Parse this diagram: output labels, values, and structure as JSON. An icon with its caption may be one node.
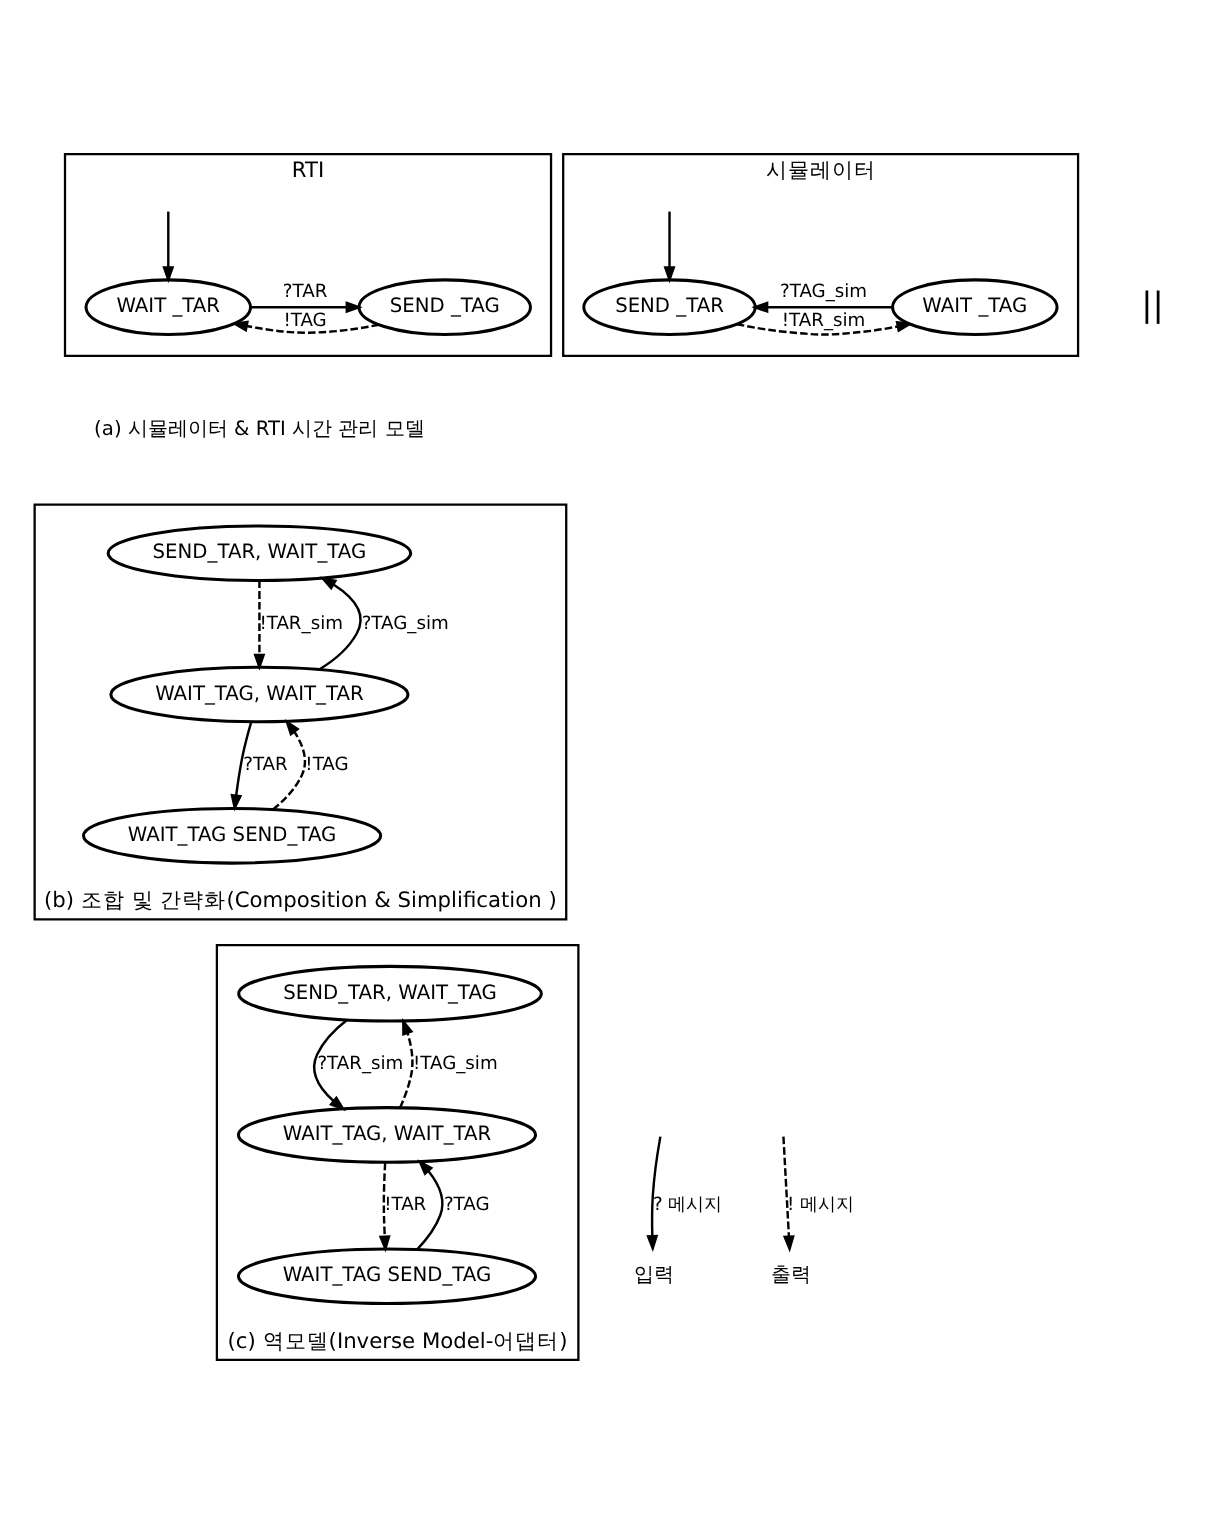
{
  "diagram": {
    "nodes": [
      {
        "text": [
          "시뮬레이터"
        ]
      },
      {
        "text": [
          "SEND _TAR"
        ],
        "in": 0
      },
      {
        "text": [
          "WAIT _TAG"
        ],
        "in": 0
      },
      {
        "text": [
          "RTI"
        ]
      },
      {
        "text": [
          "WAIT _TAR"
        ],
        "in": 3
      },
      {
        "text": [
          "SEND _TAG"
        ],
        "in": 3
      },
      {
        "text": [
          "(b) 조합 및 간략화(Composition & Simplification )"
        ]
      },
      {
        "text": [
          "SEND_TAR, WAIT_TAG"
        ],
        "in": 6
      },
      {
        "text": [
          "WAIT_TAG, WAIT_TAR"
        ],
        "in": 6
      },
      {
        "text": [
          "WAIT_TAG SEND_TAG"
        ],
        "in": 6
      },
      {
        "text": [
          "(c) 역모델(Inverse Model-어댑터)"
        ]
      },
      {
        "text": [
          "SEND_TAR, WAIT_TAG"
        ],
        "in": 10
      },
      {
        "text": [
          "WAIT_TAG, WAIT_TAR"
        ],
        "in": 10
      },
      {
        "text": [
          "WAIT_TAG SEND_TAG"
        ],
        "in": 10
      },
      {
        "text": [
          "입력"
        ]
      },
      {
        "text": [
          "출력"
        ]
      }
    ],
    "edges": [
      {
        "from": null,
        "to": 1,
        "arrow": "to"
      },
      {
        "from": 1,
        "to": 2,
        "arrow": "to",
        "label": "!TAR_sim",
        "style": "dashed"
      },
      {
        "from": 2,
        "to": 1,
        "arrow": "to",
        "label": "?TAG_sim"
      },
      {
        "from": null,
        "to": 4,
        "arrow": "to"
      },
      {
        "from": 4,
        "to": 5,
        "arrow": "to",
        "label": "?TAR"
      },
      {
        "from": 5,
        "to": 4,
        "arrow": "to",
        "label": "!TAG",
        "style": "dashed"
      },
      {
        "from": 7,
        "to": 8,
        "arrow": "to",
        "label": "!TAR_sim",
        "style": "dashed"
      },
      {
        "from": 8,
        "to": 7,
        "arrow": "to",
        "label": "?TAG_sim"
      },
      {
        "from": 9,
        "to": 8,
        "arrow": "to",
        "label": "!TAG",
        "style": "dashed"
      },
      {
        "from": 8,
        "to": 9,
        "arrow": "to",
        "label": "?TAR"
      },
      {
        "from": 11,
        "to": 12,
        "arrow": "to",
        "label": "?TAR_sim"
      },
      {
        "from": 12,
        "to": 11,
        "arrow": "to",
        "label": "!TAG_sim",
        "style": "dashed"
      },
      {
        "from": 13,
        "to": 12,
        "arrow": "to",
        "label": "?TAG"
      },
      {
        "from": 12,
        "to": 13,
        "arrow": "to",
        "label": "!TAR",
        "style": "dashed"
      },
      {
        "from": null,
        "to": 14,
        "arrow": "to",
        "label": "? 메시지"
      },
      {
        "from": null,
        "to": 15,
        "arrow": "to",
        "label": "! 메시지",
        "style": "dashed"
      }
    ],
    "labels": [
      "||",
      "(a) 시뮬레이터 & RTI 시간 관리 모델"
    ]
  }
}
